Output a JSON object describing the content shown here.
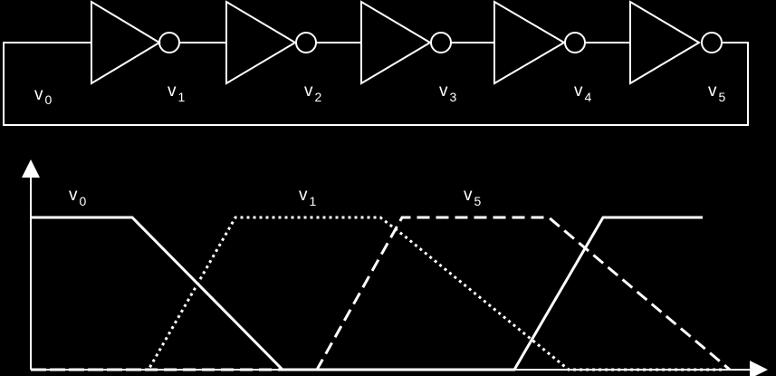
{
  "colors": {
    "background": "#000000",
    "foreground": "#ffffff"
  },
  "ring_oscillator": {
    "stage_count": 5,
    "node_labels": [
      {
        "base": "v",
        "sub": "0"
      },
      {
        "base": "v",
        "sub": "1"
      },
      {
        "base": "v",
        "sub": "2"
      },
      {
        "base": "v",
        "sub": "3"
      },
      {
        "base": "v",
        "sub": "4"
      },
      {
        "base": "v",
        "sub": "5"
      }
    ]
  },
  "waveforms": {
    "series": [
      {
        "label_base": "v",
        "label_sub": "0",
        "style": "solid"
      },
      {
        "label_base": "v",
        "label_sub": "1",
        "style": "dotted"
      },
      {
        "label_base": "v",
        "label_sub": "5",
        "style": "dashed"
      }
    ]
  }
}
